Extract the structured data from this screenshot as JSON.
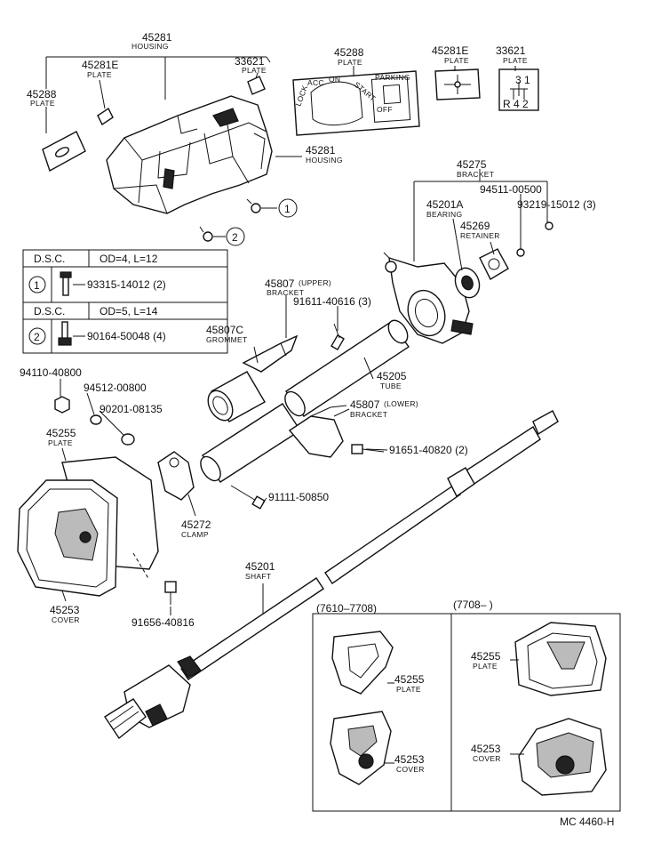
{
  "labels": {
    "l01": {
      "pn": "45281",
      "nm": "HOUSING"
    },
    "l02": {
      "pn": "45281E",
      "nm": "PLATE"
    },
    "l03": {
      "pn": "33621",
      "nm": "PLATE"
    },
    "l04": {
      "pn": "45288",
      "nm": "PLATE"
    },
    "l05": {
      "pn": "45288",
      "nm": "PLATE"
    },
    "l06": {
      "pn": "45281E",
      "nm": "PLATE"
    },
    "l07": {
      "pn": "33621",
      "nm": "PLATE"
    },
    "l08": {
      "pn": "45281",
      "nm": "HOUSING"
    },
    "l09": {
      "pn": "45275",
      "nm": "BRACKET"
    },
    "l10": {
      "pn": "94511-00500",
      "nm": ""
    },
    "l11": {
      "pn": "45201A",
      "nm": "BEARING"
    },
    "l12": {
      "pn": "93219-15012 (3)",
      "nm": ""
    },
    "l13": {
      "pn": "45269",
      "nm": "RETAINER"
    },
    "l14": {
      "pn": "45807",
      "sfx": "(UPPER)",
      "nm": "BRACKET"
    },
    "l15": {
      "pn": "91611-40616 (3)",
      "nm": ""
    },
    "l16": {
      "pn": "45807C",
      "nm": "GROMMET"
    },
    "l17": {
      "pn": "45205",
      "nm": "TUBE"
    },
    "l18": {
      "pn": "45807",
      "sfx": "(LOWER)",
      "nm": "BRACKET"
    },
    "l19": {
      "pn": "94110-40800",
      "nm": ""
    },
    "l20": {
      "pn": "94512-00800",
      "nm": ""
    },
    "l21": {
      "pn": "90201-08135",
      "nm": ""
    },
    "l22": {
      "pn": "45255",
      "nm": "PLATE"
    },
    "l23": {
      "pn": "91651-40820 (2)",
      "nm": ""
    },
    "l24": {
      "pn": "91111-50850",
      "nm": ""
    },
    "l25": {
      "pn": "45272",
      "nm": "CLAMP"
    },
    "l26": {
      "pn": "45201",
      "nm": "SHAFT"
    },
    "l27": {
      "pn": "45253",
      "nm": "COVER"
    },
    "l28": {
      "pn": "91656-40816",
      "nm": ""
    },
    "l29": {
      "pn": "45255",
      "nm": "PLATE"
    },
    "l30": {
      "pn": "45253",
      "nm": "COVER"
    },
    "l31": {
      "pn": "45255",
      "nm": "PLATE"
    },
    "l32": {
      "pn": "45253",
      "nm": "COVER"
    }
  },
  "table": {
    "rows": [
      {
        "dsc": "D.S.C.",
        "spec": "OD=4, L=12",
        "ref": "1",
        "part": "93315-14012 (2)"
      },
      {
        "dsc": "D.S.C.",
        "spec": "OD=5, L=14",
        "ref": "2",
        "part": "90164-50048 (4)"
      }
    ]
  },
  "callouts": {
    "one": "1",
    "two": "2"
  },
  "plate_text": {
    "lock": "LOCK",
    "acc": "ACC",
    "on": "ON",
    "start": "START",
    "parking": "PARKING",
    "off": "OFF"
  },
  "shift_plate": {
    "top": "3 1",
    "bottom": "R 4 2"
  },
  "inset": {
    "left_range": "(7610–7708)",
    "right_range": "(7708–         )"
  },
  "figure_code": "MC 4460-H",
  "colors": {
    "ink": "#111111",
    "paper": "#ffffff"
  }
}
